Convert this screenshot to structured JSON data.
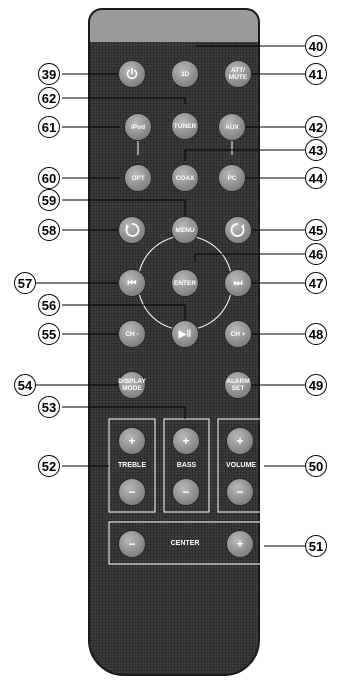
{
  "buttons": {
    "power": {
      "icon": "power-icon"
    },
    "three_d": "3D",
    "att_mute": "ATT/ MUTE",
    "tuner": "TUNER",
    "ipod": "iPod",
    "aux": "AUX",
    "opt": "OPT",
    "coax": "COAX",
    "pc": "PC",
    "menu": "MENU",
    "rotate_left": {
      "icon": "rotate-left-icon"
    },
    "rotate_right": {
      "icon": "rotate-right-icon"
    },
    "enter": "ENTER",
    "prev": {
      "icon": "skip-back-icon",
      "glyph": "⏮"
    },
    "next": {
      "icon": "skip-forward-icon",
      "glyph": "⏭"
    },
    "play_pause": {
      "icon": "play-pause-icon",
      "glyph": "▶ǁ"
    },
    "ch_minus": "CH -",
    "ch_plus": "CH +",
    "display_mode": "DISPLAY MODE",
    "alarm_set": "ALARM SET",
    "plus": "+",
    "minus": "−"
  },
  "group_labels": {
    "treble": "TREBLE",
    "bass": "BASS",
    "volume": "VOLUME",
    "center": "CENTER"
  },
  "callouts": {
    "c39": "39",
    "c40": "40",
    "c41": "41",
    "c42": "42",
    "c43": "43",
    "c44": "44",
    "c45": "45",
    "c46": "46",
    "c47": "47",
    "c48": "48",
    "c49": "49",
    "c50": "50",
    "c51": "51",
    "c52": "52",
    "c53": "53",
    "c54": "54",
    "c55": "55",
    "c56": "56",
    "c57": "57",
    "c58": "58",
    "c59": "59",
    "c60": "60",
    "c61": "61",
    "c62": "62"
  },
  "colors": {
    "body": "#3c3c3c",
    "button": "#8e8e8e",
    "label": "#ffffff",
    "callout_border": "#000000"
  }
}
